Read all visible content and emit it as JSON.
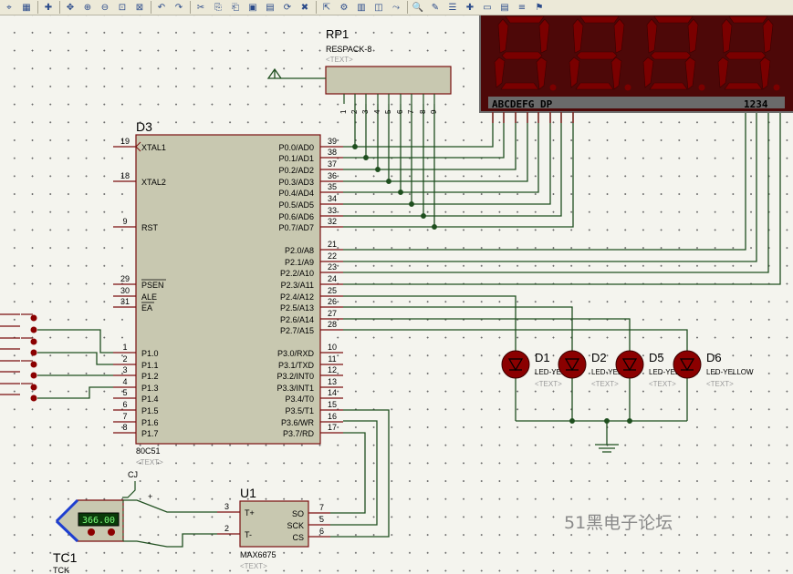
{
  "toolbar": {
    "buttons": [
      "select-icon",
      "grid-icon",
      "component-icon",
      "pan-icon",
      "zoom-in-icon",
      "zoom-out-icon",
      "zoom-all-icon",
      "zoom-area-icon",
      "undo-icon",
      "redo-icon",
      "cut-icon",
      "copy-icon",
      "paste-icon",
      "block-copy-icon",
      "block-move-icon",
      "block-rotate-icon",
      "block-delete-icon",
      "pick-icon",
      "make-device-icon",
      "packaging-icon",
      "decompose-icon",
      "wire-autorouter-icon",
      "search-icon",
      "property-icon",
      "design-explorer-icon",
      "new-sheet-icon",
      "remove-sheet-icon",
      "bom-icon",
      "netlist-icon",
      "erc-icon"
    ]
  },
  "resistor_pack": {
    "ref": "RP1",
    "value": "RESPACK-8",
    "text": "<TEXT>",
    "pins": [
      "1",
      "2",
      "3",
      "4",
      "5",
      "6",
      "7",
      "8",
      "9"
    ]
  },
  "mcu": {
    "ref": "D3",
    "value": "80C51",
    "text": "<TEXT>",
    "left_pins": [
      {
        "num": "19",
        "name": "XTAL1"
      },
      {
        "num": "18",
        "name": "XTAL2"
      },
      {
        "num": "9",
        "name": "RST"
      },
      {
        "num": "29",
        "name": "PSEN"
      },
      {
        "num": "30",
        "name": "ALE"
      },
      {
        "num": "31",
        "name": "EA"
      },
      {
        "num": "1",
        "name": "P1.0"
      },
      {
        "num": "2",
        "name": "P1.1"
      },
      {
        "num": "3",
        "name": "P1.2"
      },
      {
        "num": "4",
        "name": "P1.3"
      },
      {
        "num": "5",
        "name": "P1.4"
      },
      {
        "num": "6",
        "name": "P1.5"
      },
      {
        "num": "7",
        "name": "P1.6"
      },
      {
        "num": "8",
        "name": "P1.7"
      }
    ],
    "right_pins": [
      {
        "num": "39",
        "name": "P0.0/AD0"
      },
      {
        "num": "38",
        "name": "P0.1/AD1"
      },
      {
        "num": "37",
        "name": "P0.2/AD2"
      },
      {
        "num": "36",
        "name": "P0.3/AD3"
      },
      {
        "num": "35",
        "name": "P0.4/AD4"
      },
      {
        "num": "34",
        "name": "P0.5/AD5"
      },
      {
        "num": "33",
        "name": "P0.6/AD6"
      },
      {
        "num": "32",
        "name": "P0.7/AD7"
      },
      {
        "num": "21",
        "name": "P2.0/A8"
      },
      {
        "num": "22",
        "name": "P2.1/A9"
      },
      {
        "num": "23",
        "name": "P2.2/A10"
      },
      {
        "num": "24",
        "name": "P2.3/A11"
      },
      {
        "num": "25",
        "name": "P2.4/A12"
      },
      {
        "num": "26",
        "name": "P2.5/A13"
      },
      {
        "num": "27",
        "name": "P2.6/A14"
      },
      {
        "num": "28",
        "name": "P2.7/A15"
      },
      {
        "num": "10",
        "name": "P3.0/RXD"
      },
      {
        "num": "11",
        "name": "P3.1/TXD"
      },
      {
        "num": "12",
        "name": "P3.2/INT0"
      },
      {
        "num": "13",
        "name": "P3.3/INT1"
      },
      {
        "num": "14",
        "name": "P3.4/T0"
      },
      {
        "num": "15",
        "name": "P3.5/T1"
      },
      {
        "num": "16",
        "name": "P3.6/WR"
      },
      {
        "num": "17",
        "name": "P3.7/RD"
      }
    ]
  },
  "display": {
    "segments_label": "ABCDEFG DP",
    "digits_label": "1234",
    "digit_color": "#7a0000",
    "body_color": "#5c0b0b"
  },
  "leds": [
    {
      "ref": "D1",
      "value": "LED-YELLOW",
      "text": "<TEXT>"
    },
    {
      "ref": "D2",
      "value": "LED-YELLOW",
      "text": "<TEXT>"
    },
    {
      "ref": "D5",
      "value": "LED-YELLOW",
      "text": "<TEXT>"
    },
    {
      "ref": "D6",
      "value": "LED-YELLOW",
      "text": "<TEXT>"
    }
  ],
  "max6675": {
    "ref": "U1",
    "value": "MAX6675",
    "text": "<TEXT>",
    "left_pins": [
      {
        "num": "3",
        "name": "T+"
      },
      {
        "num": "2",
        "name": "T-"
      }
    ],
    "right_pins": [
      {
        "num": "7",
        "name": "SO"
      },
      {
        "num": "5",
        "name": "SCK"
      },
      {
        "num": "6",
        "name": "CS"
      }
    ]
  },
  "thermocouple": {
    "ref": "TC1",
    "value": "TCK",
    "junction": "CJ",
    "reading": "366.00",
    "plus": "+",
    "minus": "-"
  },
  "watermark": "51黑电子论坛",
  "colors": {
    "wire": "#1f4f1f",
    "component_body": "#c8c8b0",
    "component_border": "#7a0f0f",
    "led": "#8b0000"
  }
}
